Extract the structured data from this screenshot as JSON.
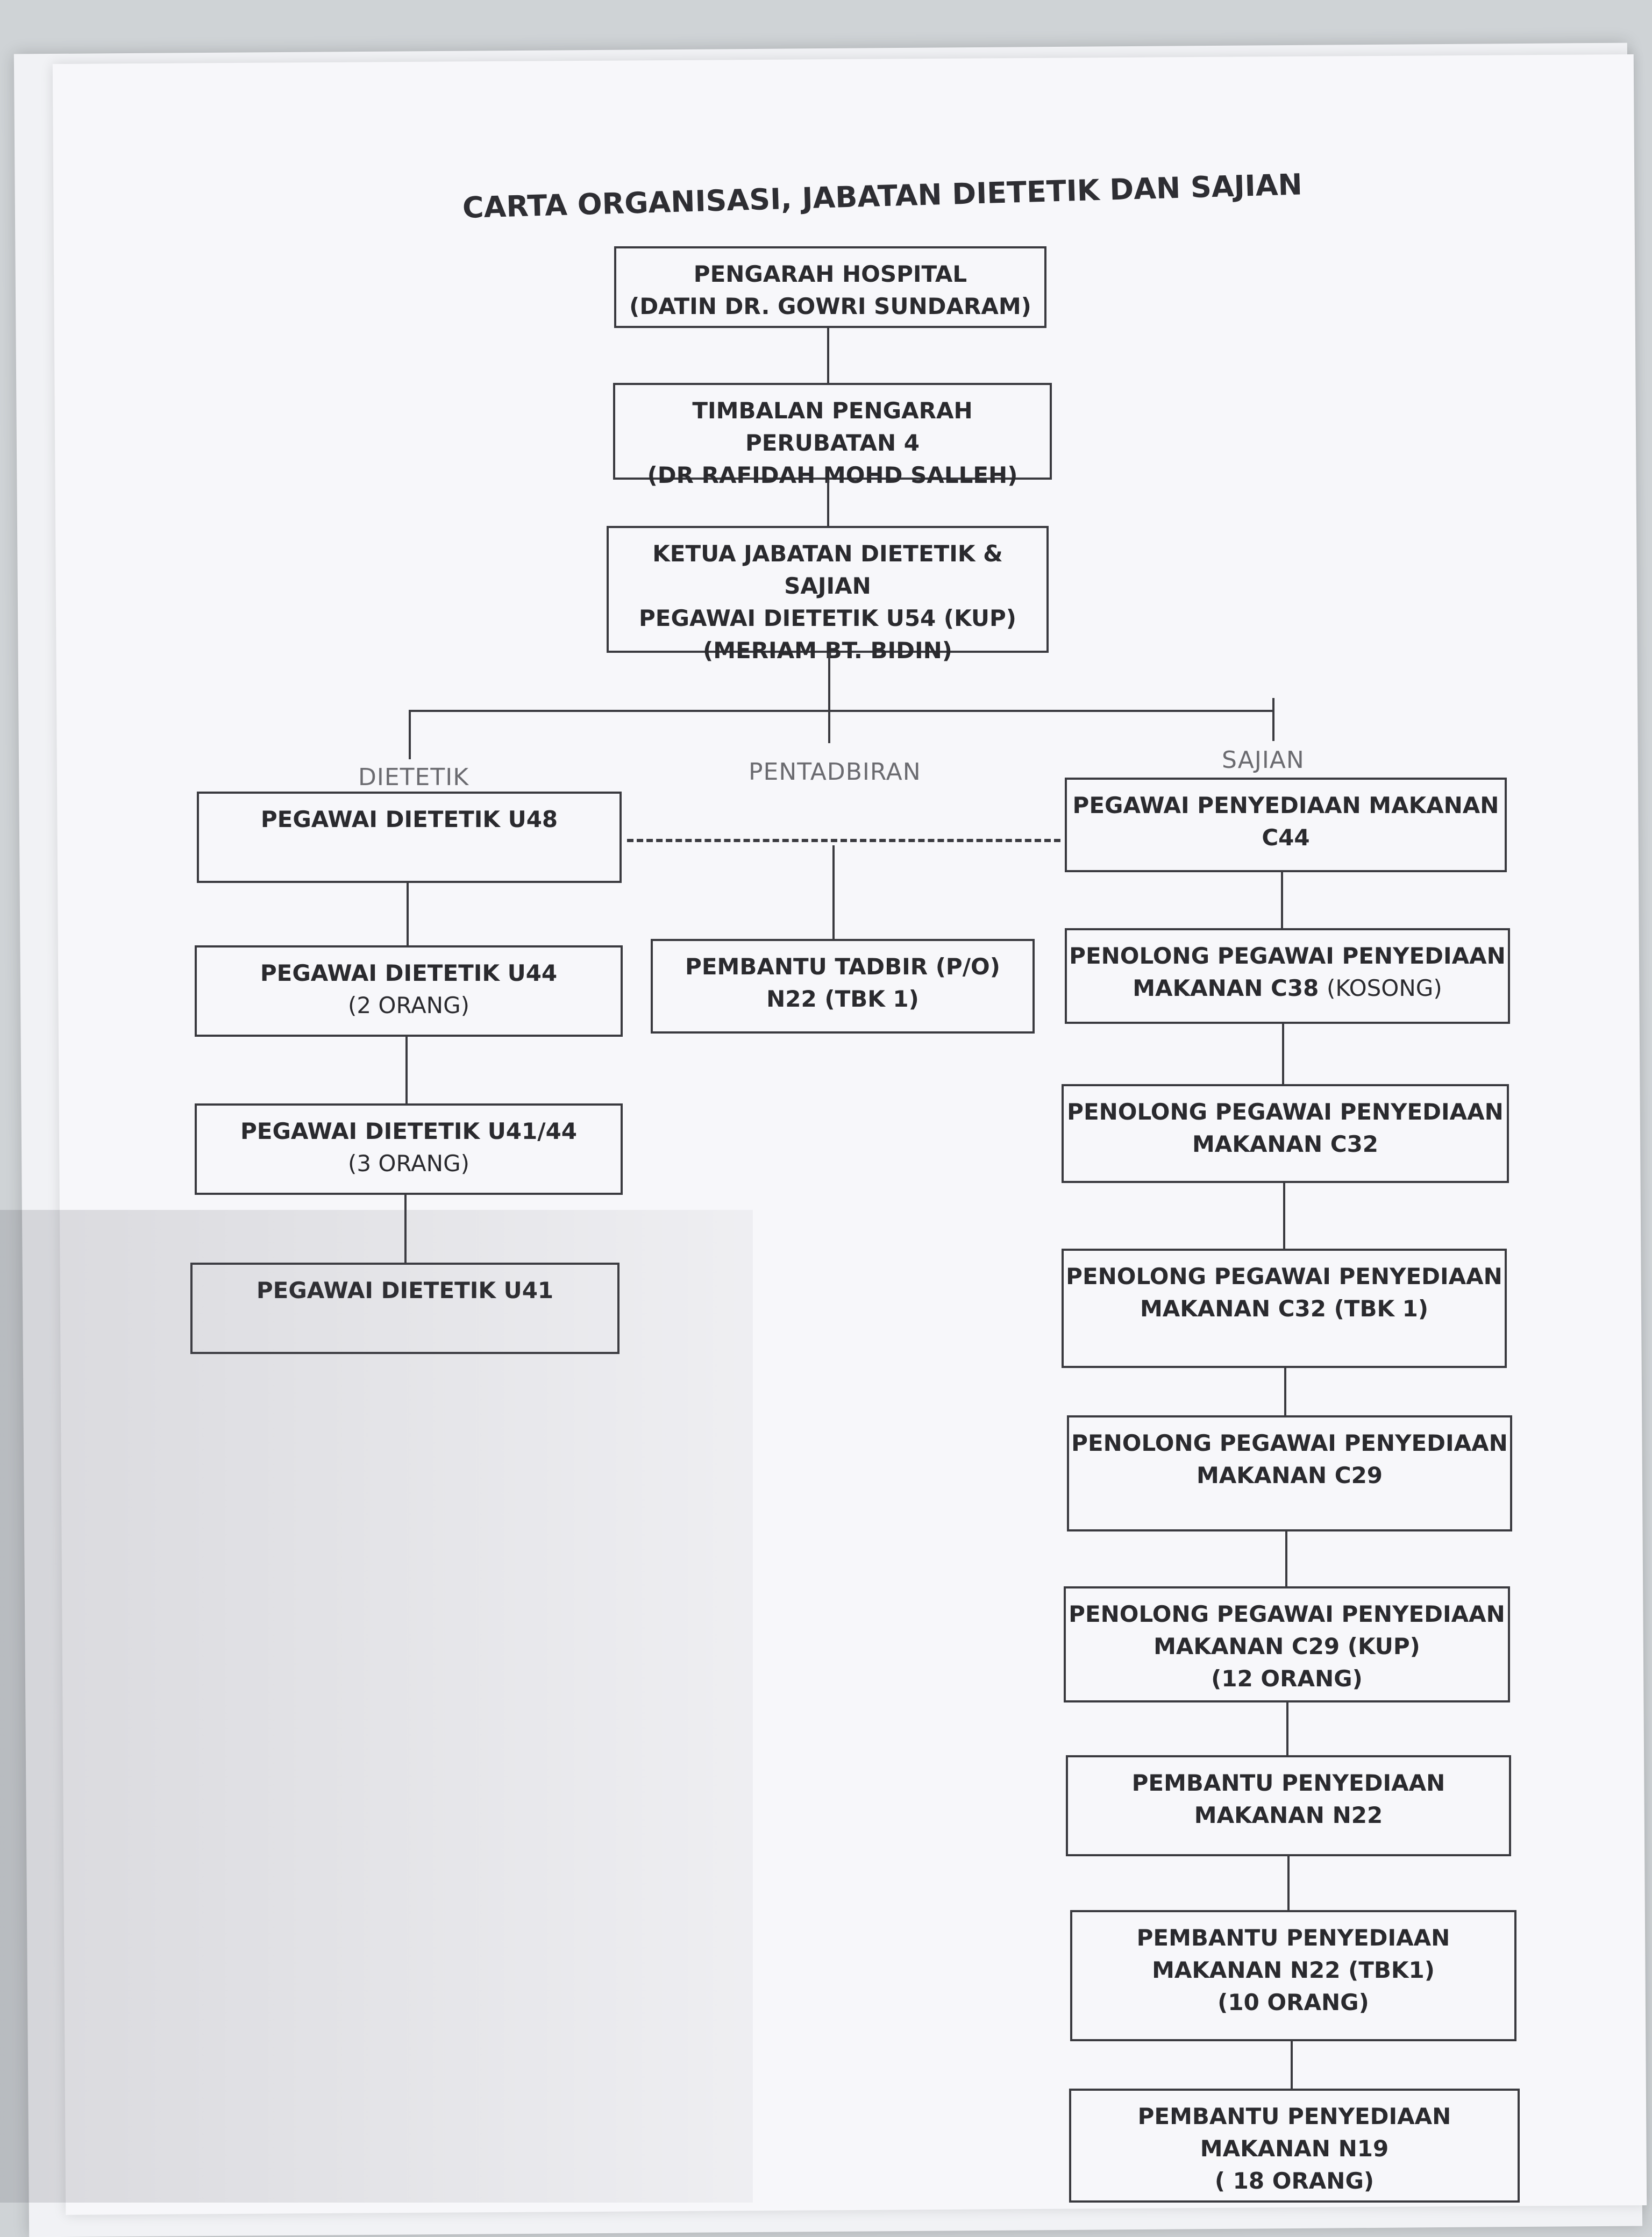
{
  "title": "CARTA ORGANISASI, JABATAN DIETETIK DAN SAJIAN",
  "top": [
    {
      "id": "pengarah",
      "lines": [
        "PENGARAH HOSPITAL",
        "(DATIN DR. GOWRI SUNDARAM)"
      ]
    },
    {
      "id": "timbalan",
      "lines": [
        "TIMBALAN PENGARAH PERUBATAN 4",
        "(DR RAFIDAH MOHD SALLEH)"
      ]
    },
    {
      "id": "ketua",
      "lines": [
        "KETUA JABATAN DIETETIK & SAJIAN",
        "PEGAWAI DIETETIK U54 (KUP)",
        "(MERIAM BT. BIDIN)"
      ]
    }
  ],
  "branches": {
    "dietetik": {
      "label": "DIETETIK",
      "boxes": [
        {
          "line1": "PEGAWAI DIETETIK U48",
          "line2": ""
        },
        {
          "line1": "PEGAWAI DIETETIK U44",
          "line2": "(2 ORANG)"
        },
        {
          "line1": "PEGAWAI DIETETIK U41/44",
          "line2": "(3 ORANG)"
        },
        {
          "line1": "PEGAWAI DIETETIK U41",
          "line2": ""
        }
      ]
    },
    "pentadbiran": {
      "label": "PENTADBIRAN",
      "boxes": [
        {
          "line1": "PEMBANTU TADBIR (P/O)",
          "line2": "N22 (TBK 1)"
        }
      ]
    },
    "sajian": {
      "label": "SAJIAN",
      "boxes": [
        {
          "line1": "PEGAWAI PENYEDIAAN MAKANAN",
          "line2": "C44",
          "line3": ""
        },
        {
          "line1": "PENOLONG PEGAWAI PENYEDIAAN",
          "line2": "MAKANAN C38",
          "note": "(KOSONG)",
          "line3": ""
        },
        {
          "line1": "PENOLONG PEGAWAI PENYEDIAAN",
          "line2": "MAKANAN C32",
          "line3": ""
        },
        {
          "line1": "PENOLONG PEGAWAI PENYEDIAAN",
          "line2": "MAKANAN C32 (TBK 1)",
          "line3": ""
        },
        {
          "line1": "PENOLONG PEGAWAI PENYEDIAAN",
          "line2": "MAKANAN C29",
          "line3": ""
        },
        {
          "line1": "PENOLONG PEGAWAI PENYEDIAAN",
          "line2": "MAKANAN C29 (KUP)",
          "line3": "(12 ORANG)"
        },
        {
          "line1": "PEMBANTU PENYEDIAAN",
          "line2": "MAKANAN N22",
          "line3": ""
        },
        {
          "line1": "PEMBANTU PENYEDIAAN",
          "line2": "MAKANAN N22 (TBK1)",
          "line3": "(10 ORANG)"
        },
        {
          "line1": "PEMBANTU PENYEDIAAN",
          "line2": "MAKANAN N19",
          "line3": "( 18 ORANG)"
        }
      ]
    }
  }
}
